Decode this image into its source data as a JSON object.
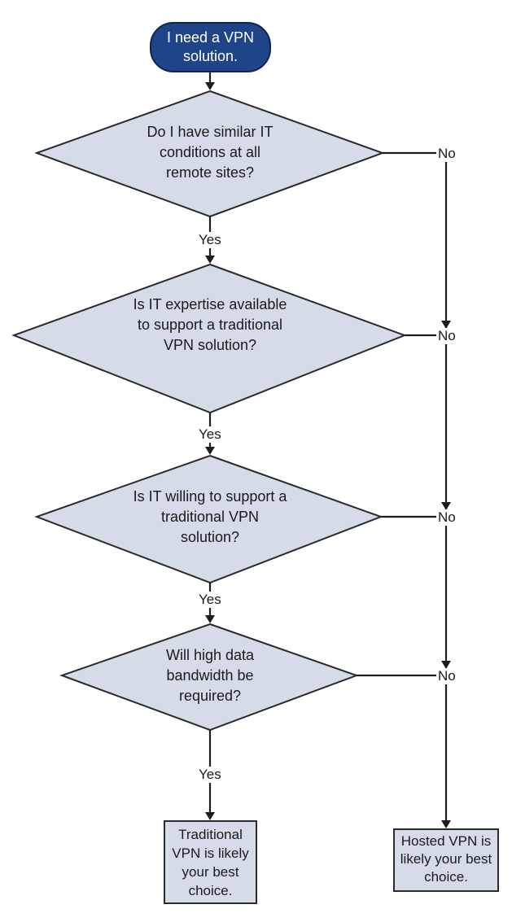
{
  "start": {
    "text": "I need a VPN solution."
  },
  "questions": [
    {
      "text": "Do I have similar IT conditions at all remote sites?",
      "yes": "Yes",
      "no": "No"
    },
    {
      "text": "Is IT expertise available to support a traditional VPN solution?",
      "yes": "Yes",
      "no": "No"
    },
    {
      "text": "Is IT willing to support a traditional VPN solution?",
      "yes": "Yes",
      "no": "No"
    },
    {
      "text": "Will high data bandwidth be required?",
      "yes": "Yes",
      "no": "No"
    }
  ],
  "outcomes": {
    "traditional": "Traditional VPN is likely your best choice.",
    "hosted": "Hosted VPN is likely your best choice."
  },
  "colors": {
    "start_fill": "#1f4487",
    "shape_fill": "#d5dbe8",
    "line": "#1c1c1c"
  }
}
